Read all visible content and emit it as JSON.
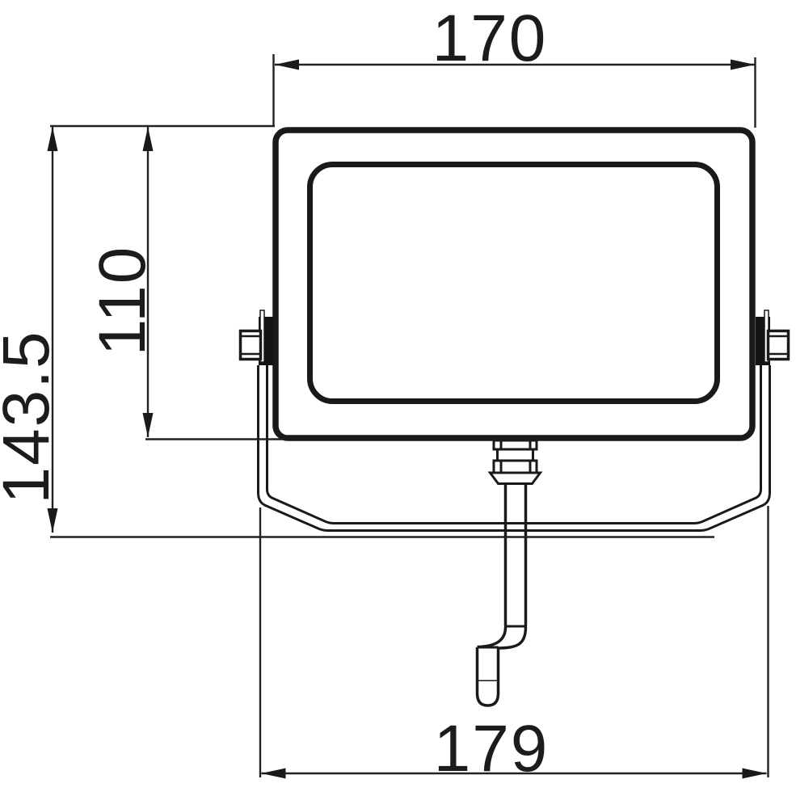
{
  "diagram": {
    "type": "technical-dimension-drawing",
    "subject": "LED floodlight, front view, with mounting bracket, cable gland and power cable",
    "background_color": "#ffffff",
    "line_color": "#1a1a1a",
    "dimensions": {
      "top_width": {
        "value": "170",
        "orientation": "horizontal",
        "position": "top",
        "measures": "lamp body width"
      },
      "body_height": {
        "value": "110",
        "orientation": "vertical",
        "position": "left",
        "measures": "lamp body height"
      },
      "overall_height": {
        "value": "143.5",
        "orientation": "vertical",
        "position": "left",
        "measures": "overall height incl. bracket"
      },
      "bottom_width": {
        "value": "179",
        "orientation": "horizontal",
        "position": "bottom",
        "measures": "bracket outer width"
      }
    },
    "components": [
      "floodlight-body",
      "lens-frame",
      "mounting-bracket",
      "pivot-knob-left",
      "pivot-knob-right",
      "cable-gland",
      "power-cable"
    ]
  }
}
